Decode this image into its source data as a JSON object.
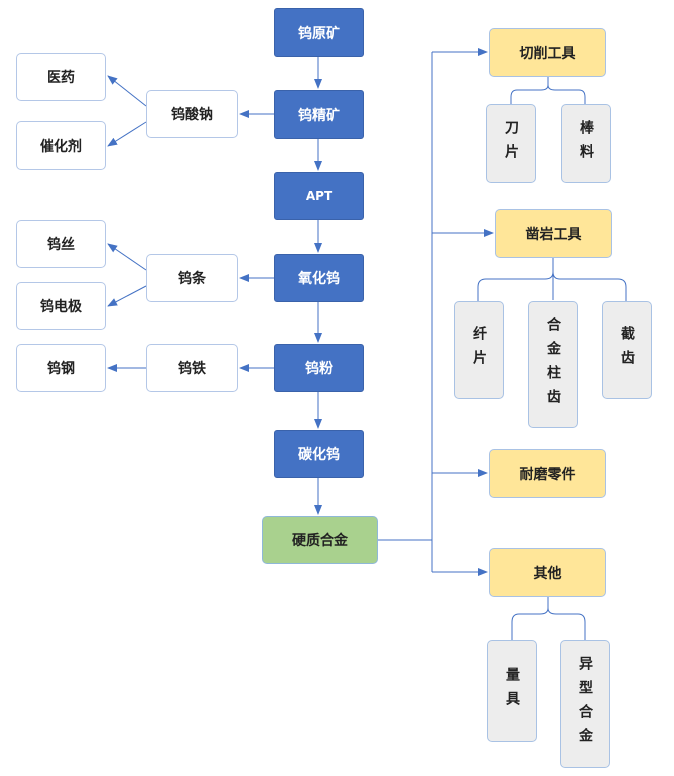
{
  "chain": {
    "ore": "钨原矿",
    "concentrate": "钨精矿",
    "apt": "APT",
    "oxide": "氧化钨",
    "powder": "钨粉",
    "carbide": "碳化钨",
    "hardmetal": "硬质合金"
  },
  "left": {
    "sodium_tungstate": "钨酸钠",
    "medicine": "医药",
    "catalyst": "催化剂",
    "tungsten_bar": "钨条",
    "tungsten_wire": "钨丝",
    "tungsten_electrode": "钨电极",
    "ferro_tungsten": "钨铁",
    "tungsten_steel": "钨钢"
  },
  "right": {
    "cutting_tools": "切削工具",
    "blade": "刀片",
    "bar_stock": "棒料",
    "rock_tools": "凿岩工具",
    "fiber_piece": "纤片",
    "alloy_column_teeth": "合金柱齿",
    "cutting_teeth": "截齿",
    "wear_parts": "耐磨零件",
    "others": "其他",
    "gauges": "量具",
    "special_alloy": "异型合金"
  },
  "colors": {
    "chain_fill": "#4472c4",
    "hardmetal_fill": "#a9d18e",
    "category_fill": "#ffe699",
    "leaf_fill": "#ededed",
    "border": "#b4c7e7",
    "line": "#4472c4"
  }
}
